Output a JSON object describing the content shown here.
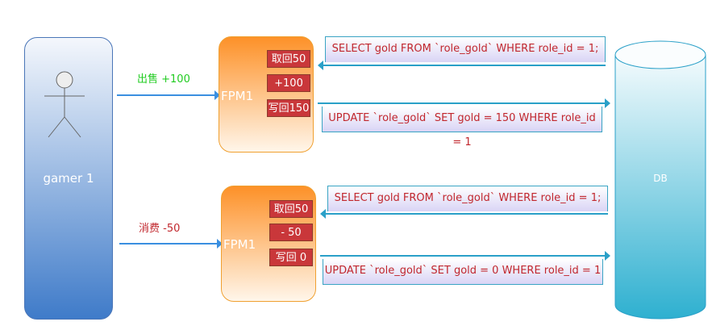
{
  "gamer": {
    "label": "gamer 1"
  },
  "db": {
    "label": "DB"
  },
  "flows": [
    {
      "action": "出售 +100",
      "action_color": "#22cc22",
      "fpm": "FPM1",
      "steps": [
        "取回50",
        "+100",
        "写回150"
      ],
      "select": "SELECT gold FROM `role_gold` WHERE role_id = 1;",
      "update": "UPDATE `role_gold` SET gold = 150 WHERE role_id = 1"
    },
    {
      "action": "消费 -50",
      "action_color": "#c1272d",
      "fpm": "FPM1",
      "steps": [
        "取回50",
        "- 50",
        "写回 0"
      ],
      "select": "SELECT gold FROM `role_gold` WHERE role_id = 1;",
      "update": "UPDATE `role_gold` SET gold = 0 WHERE role_id = 1"
    }
  ]
}
